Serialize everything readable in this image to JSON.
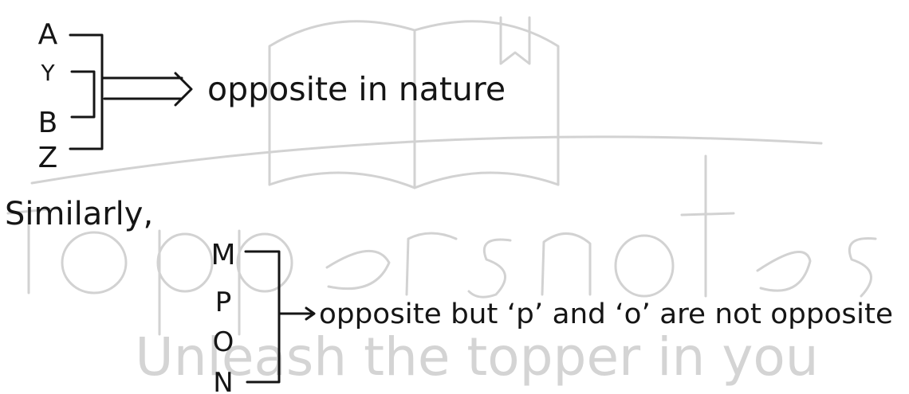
{
  "watermark": {
    "brand": "toppersnotes",
    "tagline": "Unleash the topper in you"
  },
  "group1": {
    "letters": [
      "A",
      "Y",
      "B",
      "Z"
    ],
    "note": "opposite in nature"
  },
  "transition": "Similarly,",
  "group2": {
    "letters": [
      "M",
      "P",
      "O",
      "N"
    ],
    "note": "opposite but ‘p’ and ‘o’ are not opposite"
  }
}
